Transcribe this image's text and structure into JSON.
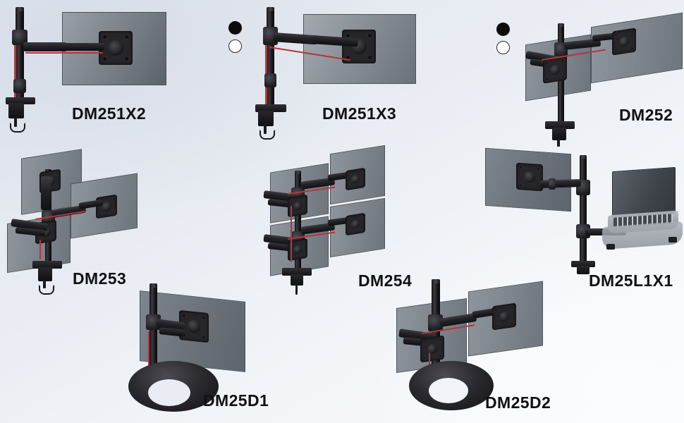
{
  "page": {
    "background_top_left": "#dfe5ee",
    "background_bottom_right": "#fafbfd",
    "label_color": "#111114"
  },
  "color_options": [
    {
      "name": "black-swatch",
      "color": "#0b0b0d"
    },
    {
      "name": "white-swatch",
      "color": "#ffffff"
    }
  ],
  "products": [
    {
      "id": "dm251x2",
      "label": "DM251X2",
      "monitors": 1,
      "mount": "desk-clamp-pole",
      "has_color_swatches": false
    },
    {
      "id": "dm251x3",
      "label": "DM251X3",
      "monitors": 1,
      "mount": "desk-clamp-pole",
      "has_color_swatches": true
    },
    {
      "id": "dm252",
      "label": "DM252",
      "monitors": 2,
      "mount": "desk-clamp-pole",
      "has_color_swatches": true
    },
    {
      "id": "dm253",
      "label": "DM253",
      "monitors": 3,
      "mount": "desk-clamp-pole",
      "has_color_swatches": false
    },
    {
      "id": "dm254",
      "label": "DM254",
      "monitors": 4,
      "mount": "desk-clamp-pole",
      "has_color_swatches": false
    },
    {
      "id": "dm25l1x1",
      "label": "DM25L1X1",
      "monitors": 1,
      "mount": "desk-clamp-pole-with-laptop-tray",
      "has_color_swatches": false
    },
    {
      "id": "dm25d1",
      "label": "DM25D1",
      "monitors": 1,
      "mount": "freestanding-base",
      "has_color_swatches": false
    },
    {
      "id": "dm25d2",
      "label": "DM25D2",
      "monitors": 2,
      "mount": "freestanding-base",
      "has_color_swatches": false
    }
  ]
}
